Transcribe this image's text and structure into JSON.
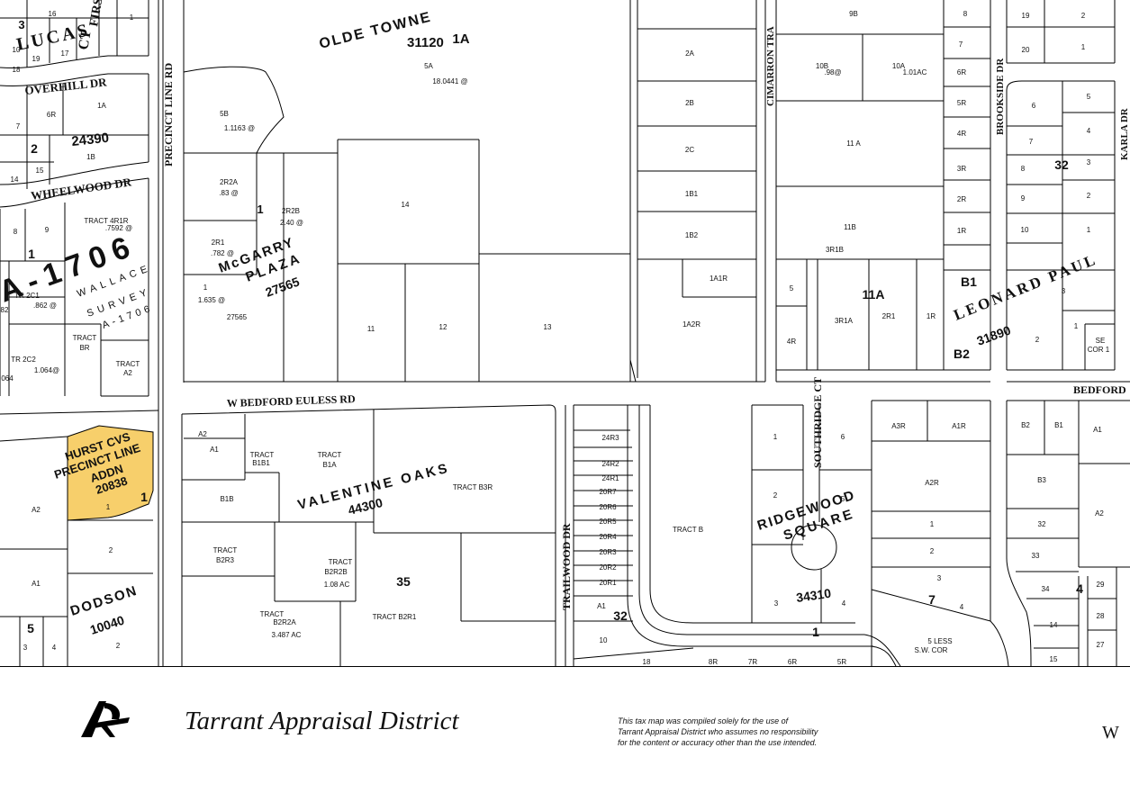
{
  "map": {
    "highlight_color": "#f7cf6b",
    "line_color": "#000000",
    "streets": {
      "lucas": "LUCAS",
      "lucas_ct": "CT",
      "first": "FIRST",
      "overhill": "OVERHILL DR",
      "wheelwood": "WHEELWOOD DR",
      "precinct_line": "PRECINCT LINE RD",
      "bedford_euless": "W BEDFORD EULESS RD",
      "bedford_east": "BEDFORD",
      "cimarron": "CIMARRON TRA",
      "brookside": "BROOKSIDE DR",
      "karla": "KARLA DR",
      "southridge": "SOUTHRIDGE CT",
      "trailwood": "TRAILWOOD DR",
      "leonard_paul": "LEONARD PAUL"
    },
    "subdivisions": {
      "olde_towne": "OLDE TOWNE",
      "olde_towne_num": "31120",
      "mcgarry_1": "McGARRY",
      "mcgarry_2": "PLAZA",
      "mcgarry_num": "27565",
      "valentine": "VALENTINE OAKS",
      "valentine_num": "44300",
      "ridgewood_1": "RIDGEWOOD",
      "ridgewood_2": "SQUARE",
      "ridgewood_num": "34310",
      "dodson": "DODSON",
      "dodson_num": "10040",
      "hurst_1": "HURST CVS",
      "hurst_2": "PRECINCT LINE",
      "hurst_3": "ADDN",
      "hurst_num": "20838",
      "survey_abstract": "A-1706",
      "survey_1": "WALLACE",
      "survey_2": "SURVEY",
      "survey_3": "A-1706",
      "num_24390": "24390",
      "num_31890": "31890"
    },
    "parcels": {
      "p_1a_top": "1A",
      "p_5a": "5A",
      "p_5a_area": "18.0441 @",
      "p_5b": "5B",
      "p_5b_area": "1.1163 @",
      "p_2r2a": "2R2A",
      "p_2r2a_area": ".83 @",
      "p_2r2b": "2R2B",
      "p_2r2b_area": "2.40 @",
      "p_2r1": "2R1",
      "p_2r1_area": ".782 @",
      "p_1_mc": "1",
      "p_1_mc_area": "1.635 @",
      "p_mc_small": "27565",
      "p_14": "14",
      "p_11": "11",
      "p_12": "12",
      "p_13": "13",
      "p_blk1_mc": "1",
      "p_2a": "2A",
      "p_2b": "2B",
      "p_2c": "2C",
      "p_1b1": "1B1",
      "p_1b2": "1B2",
      "p_1a1r": "1A1R",
      "p_1a2r": "1A2R",
      "p_9b": "9B",
      "p_10b": "10B",
      "p_10b_area": ".98@",
      "p_10a": "10A",
      "p_10a_area": "1.01AC",
      "p_11a": "11 A",
      "p_11b": "11B",
      "p_3r1b": "3R1B",
      "p_5_r": "5",
      "p_4r": "4R",
      "p_11a_big": "11A",
      "p_3r1a": "3R1A",
      "p_2r1_r": "2R1",
      "p_1r_r": "1R",
      "p_8_c": "8",
      "p_7_c": "7",
      "p_6r_c": "6R",
      "p_5r_c": "5R",
      "p_4r_c": "4R",
      "p_3r_c": "3R",
      "p_2r_c": "2R",
      "p_1r_c": "1R",
      "p_b1": "B1",
      "p_b2": "B2",
      "p_19": "19",
      "p_2_tr": "2",
      "p_20": "20",
      "p_1_tr": "1",
      "p_6_k": "6",
      "p_5_k": "5",
      "p_7_k": "7",
      "p_4_k": "4",
      "p_8_k": "8",
      "p_3_k": "3",
      "p_9_k": "9",
      "p_2_k": "2",
      "p_10_k": "10",
      "p_1_k": "1",
      "p_32_k": "32",
      "p_3_lp": "3",
      "p_2_lp": "2",
      "p_1_lp": "1",
      "p_se_1": "SE",
      "p_se_2": "COR 1",
      "p_16": "16",
      "p_3_l": "3",
      "p_1_l": "1",
      "p_10_l": "10",
      "p_19_l": "19",
      "p_18_l": "18",
      "p_17_l": "17",
      "p_7_o": "7",
      "p_6r_o": "6R",
      "p_1a_o": "1A",
      "p_2_o": "2",
      "p_1b_o": "1B",
      "p_14_o": "14",
      "p_15_o": "15",
      "p_8_w": "8",
      "p_9_w": "9",
      "p_1_w": "1",
      "p_tr_4r1r": "TRACT 4R1R",
      "p_tr_4r1r_area": ".7592 @",
      "p_tr2c1": "TR 2C1",
      "p_tr2c1_area": ".862 @",
      "p_82": "82",
      "p_tract_br_1": "TRACT",
      "p_tract_br_2": "BR",
      "p_tr2c2": "TR 2C2",
      "p_tr2c2_area": "1.064@",
      "p_064": "064",
      "p_tract_a2_1": "TRACT",
      "p_tract_a2_2": "A2",
      "p_a2_l": "A2",
      "p_a1_l": "A1",
      "p_5_l": "5",
      "p_3_bl": "3",
      "p_4_bl": "4",
      "p_hurst_1": "1",
      "p_hurst_blk": "1",
      "p_2_d": "2",
      "p_2_d2": "2",
      "p_a2_v": "A2",
      "p_a1_v": "A1",
      "p_tr_b1b1_1": "TRACT",
      "p_tr_b1b1_2": "B1B1",
      "p_tr_b1a_1": "TRACT",
      "p_tr_b1a_2": "B1A",
      "p_b1b": "B1B",
      "p_tr_b3r": "TRACT B3R",
      "p_tr_b2r3_1": "TRACT",
      "p_tr_b2r3_2": "B2R3",
      "p_tr_b2r2b_1": "TRACT",
      "p_tr_b2r2b_2": "B2R2B",
      "p_tr_b2r2b_3": "1.08 AC",
      "p_35": "35",
      "p_tr_b2r2a_1": "TRACT",
      "p_tr_b2r2a_2": "B2R2A",
      "p_tr_b2r2a_3": "3.487 AC",
      "p_tr_b2r1": "TRACT B2R1",
      "p_24r3": "24R3",
      "p_24r2": "24R2",
      "p_24r1": "24R1",
      "p_20r7": "20R7",
      "p_20r6": "20R6",
      "p_20r5": "20R5",
      "p_20r4": "20R4",
      "p_20r3": "20R3",
      "p_20r2": "20R2",
      "p_20r1": "20R1",
      "p_a1_t": "A1",
      "p_32_t": "32",
      "p_10_t": "10",
      "p_18_t": "18",
      "p_8r_t": "8R",
      "p_7r_t": "7R",
      "p_6r_t": "6R",
      "p_5r_t": "5R",
      "p_tract_b": "TRACT B",
      "p_1_rw": "1",
      "p_6_rw": "6",
      "p_2_rw": "2",
      "p_5_rw": "5",
      "p_3_rw": "3",
      "p_4_rw": "4",
      "p_blk1_rw": "1",
      "p_a3r": "A3R",
      "p_a1r": "A1R",
      "p_a2r": "A2R",
      "p_1_e": "1",
      "p_2_e": "2",
      "p_3_e": "3",
      "p_4_e": "4",
      "p_7_e": "7",
      "p_5less_1": "5 LESS",
      "p_5less_2": "S.W. COR",
      "p_b2_e": "B2",
      "p_b1_e": "B1",
      "p_a1_e": "A1",
      "p_b3": "B3",
      "p_32_e": "32",
      "p_33_e": "33",
      "p_a2_e": "A2",
      "p_34_e": "34",
      "p_4_e2": "4",
      "p_29_e": "29",
      "p_28_e": "28",
      "p_14_e": "14",
      "p_27_e": "27",
      "p_15_e": "15"
    }
  },
  "footer": {
    "org_name": "Tarrant Appraisal District",
    "disclaimer_1": "This tax map was compiled solely for the use of",
    "disclaimer_2": "Tarrant Appraisal District who assumes no responsibility",
    "disclaimer_3": "for the content or accuracy other than the use intended.",
    "compass_letter": "W"
  }
}
